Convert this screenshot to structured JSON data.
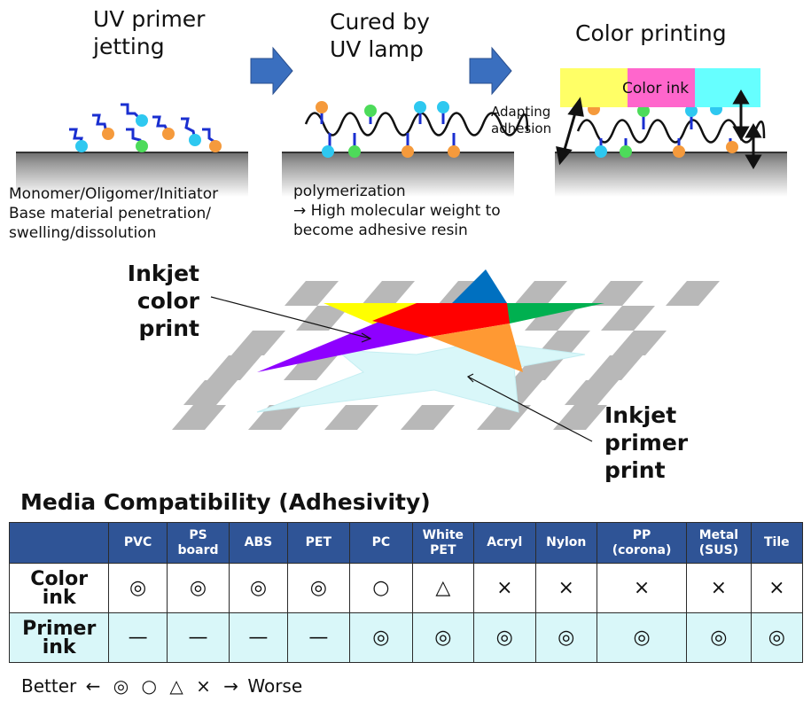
{
  "steps": [
    {
      "title_line1": "UV primer",
      "title_line2": "jetting",
      "desc_line1": "Monomer/Oligomer/Initiator",
      "desc_line2": "Base material penetration/",
      "desc_line3": "swelling/dissolution"
    },
    {
      "title_line1": "Cured by",
      "title_line2": "UV lamp",
      "desc_line1": "polymerization",
      "desc_line2": "→ High molecular weight to",
      "desc_line3": "become adhesive resin"
    },
    {
      "title_line1": "Color printing",
      "ink_label": "Color ink",
      "adhesion_line1": "Adapting",
      "adhesion_line2": "adhesion"
    }
  ],
  "illustration": {
    "color_label": [
      "Inkjet",
      "color",
      "print"
    ],
    "primer_label": [
      "Inkjet",
      "primer",
      "print"
    ]
  },
  "colors": {
    "arrow": "#3a6fbf",
    "yellow": "#ffff66",
    "magenta": "#ff66cc",
    "cyan": "#66ffff",
    "header": "#2f5496",
    "primer_row": "#d9f7f9",
    "substrate": "#888888"
  },
  "compat": {
    "title": "Media Compatibility (Adhesivity)",
    "headers": [
      {
        "l1": "PVC",
        "l2": ""
      },
      {
        "l1": "PS",
        "l2": "board"
      },
      {
        "l1": "ABS",
        "l2": ""
      },
      {
        "l1": "PET",
        "l2": ""
      },
      {
        "l1": "PC",
        "l2": ""
      },
      {
        "l1": "White",
        "l2": "PET"
      },
      {
        "l1": "Acryl",
        "l2": ""
      },
      {
        "l1": "Nylon",
        "l2": ""
      },
      {
        "l1": "PP",
        "l2": "(corona)"
      },
      {
        "l1": "Metal",
        "l2": "(SUS)"
      },
      {
        "l1": "Tile",
        "l2": ""
      }
    ],
    "rows": [
      {
        "label_l1": "Color",
        "label_l2": "ink",
        "values": [
          "◎",
          "◎",
          "◎",
          "◎",
          "○",
          "△",
          "×",
          "×",
          "×",
          "×",
          "×"
        ]
      },
      {
        "label_l1": "Primer",
        "label_l2": "ink",
        "values": [
          "—",
          "—",
          "—",
          "—",
          "◎",
          "◎",
          "◎",
          "◎",
          "◎",
          "◎",
          "◎"
        ]
      }
    ]
  },
  "legend": {
    "better": "Better",
    "left_arrow": "←",
    "sym1": "◎",
    "sym2": "○",
    "sym3": "△",
    "sym4": "×",
    "right_arrow": "→",
    "worse": "Worse"
  }
}
